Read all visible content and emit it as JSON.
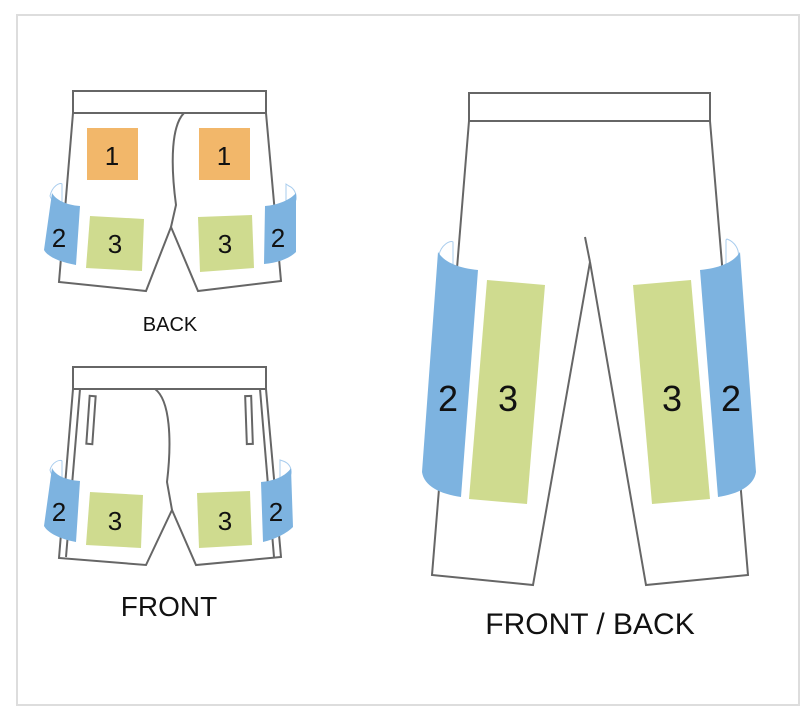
{
  "colors": {
    "zone1": "#f2b76a",
    "zone2": "#7db3e0",
    "zone3": "#cfdb8f",
    "outline": "#666666",
    "frame_border": "#dddddd"
  },
  "views": {
    "shorts_back": {
      "label": "BACK",
      "zones": [
        "1",
        "1",
        "2",
        "3",
        "3",
        "2"
      ]
    },
    "shorts_front": {
      "label": "FRONT",
      "zones": [
        "2",
        "3",
        "3",
        "2"
      ]
    },
    "pants": {
      "label": "FRONT / BACK",
      "zones": [
        "2",
        "3",
        "3",
        "2"
      ]
    }
  }
}
